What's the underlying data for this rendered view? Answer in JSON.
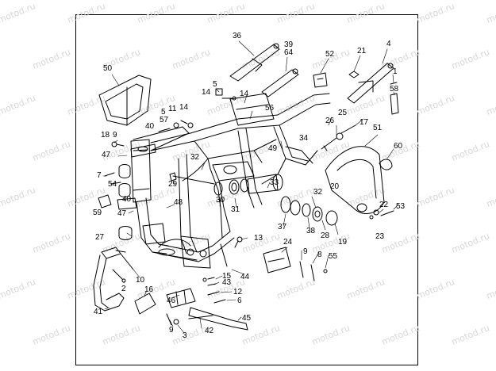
{
  "watermark": "motod.ru",
  "callouts": {
    "c1": "1",
    "c2": "2",
    "c3": "3",
    "c4": "4",
    "c5a": "5",
    "c5b": "5",
    "c6": "6",
    "c7": "7",
    "c8": "8",
    "c9a": "9",
    "c9b": "9",
    "c9c": "9",
    "c10": "10",
    "c11": "11",
    "c12": "12",
    "c13": "13",
    "c14a": "14",
    "c14b": "14",
    "c14c": "14",
    "c15": "15",
    "c16": "16",
    "c17": "17",
    "c18": "18",
    "c19": "19",
    "c20": "20",
    "c21": "21",
    "c22": "22",
    "c23": "23",
    "c24": "24",
    "c25": "25",
    "c26": "26",
    "c27": "27",
    "c28": "28",
    "c29": "29",
    "c30": "30",
    "c31": "31",
    "c32a": "32",
    "c32b": "32",
    "c33": "33",
    "c34": "34",
    "c36": "36",
    "c37": "37",
    "c38": "38",
    "c39": "39",
    "c40a": "40",
    "c40b": "40",
    "c41": "41",
    "c42": "42",
    "c43": "43",
    "c44": "44",
    "c45": "45",
    "c46": "46",
    "c47a": "47",
    "c47b": "47",
    "c48": "48",
    "c49": "49",
    "c50": "50",
    "c51": "51",
    "c52": "52",
    "c53": "53",
    "c54": "54",
    "c55": "55",
    "c56": "56",
    "c57": "57",
    "c58": "58",
    "c59": "59",
    "c60": "60",
    "c64": "64"
  }
}
